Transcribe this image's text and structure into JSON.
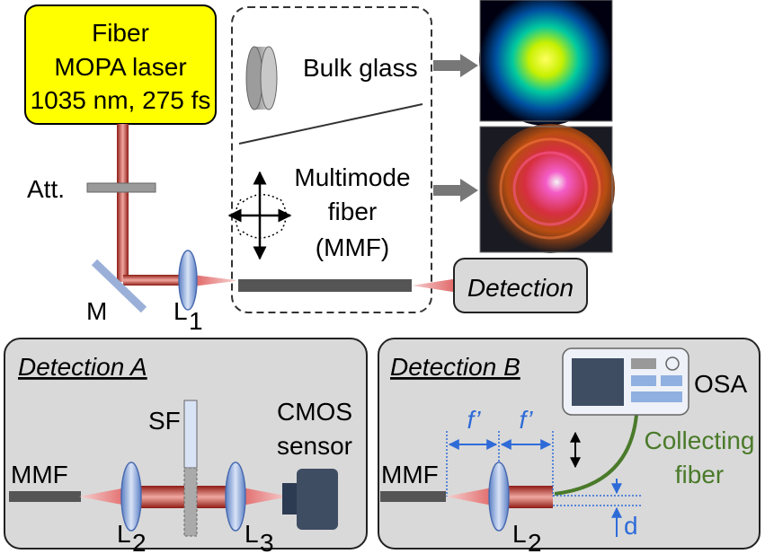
{
  "laser": {
    "line1": "Fiber",
    "line2": "MOPA laser",
    "line3": "1035 nm, 275 fs"
  },
  "labels": {
    "att": "Att.",
    "mirror": "M",
    "lens1": "L",
    "lens1_sub": "1",
    "bulk_glass": "Bulk glass",
    "mmf_line1": "Multimode",
    "mmf_line2": "fiber",
    "mmf_line3": "(MMF)",
    "detection": "Detection"
  },
  "detection_a": {
    "title": "Detection A",
    "mmf": "MMF",
    "sf": "SF",
    "cmos_line1": "CMOS",
    "cmos_line2": "sensor",
    "lens2": "L",
    "lens2_sub": "2",
    "lens3": "L",
    "lens3_sub": "3"
  },
  "detection_b": {
    "title": "Detection B",
    "mmf": "MMF",
    "f1": "f’",
    "f2": "f’",
    "osa": "OSA",
    "collecting_line1": "Collecting",
    "collecting_line2": "fiber",
    "d": "d",
    "lens2": "L",
    "lens2_sub": "2"
  },
  "colors": {
    "laser_box": "#ffff00",
    "beam": "#c0392b",
    "panel": "#d9d9d9",
    "fiber": "#555555",
    "dim_blue": "#2f6bd8",
    "collecting_fiber": "#4a7a2a"
  }
}
